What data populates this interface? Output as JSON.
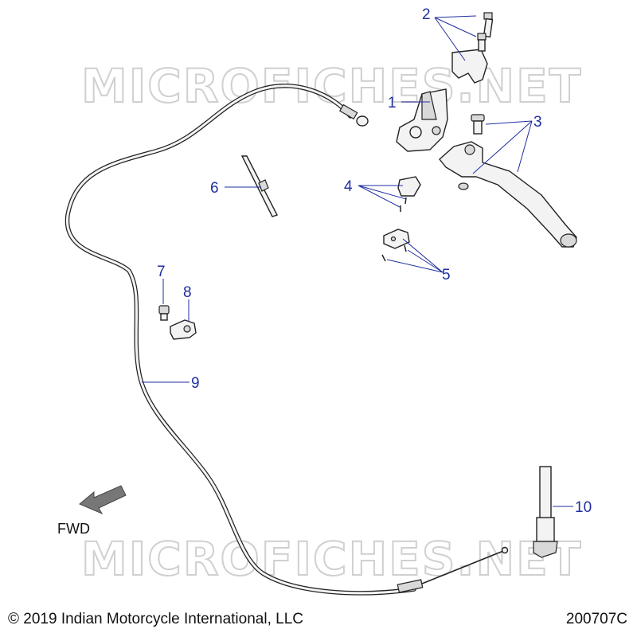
{
  "watermark": {
    "text": "MICROFICHES.NET"
  },
  "callouts": [
    {
      "id": "1",
      "label": "1"
    },
    {
      "id": "2",
      "label": "2"
    },
    {
      "id": "3",
      "label": "3"
    },
    {
      "id": "4",
      "label": "4"
    },
    {
      "id": "5",
      "label": "5"
    },
    {
      "id": "6",
      "label": "6"
    },
    {
      "id": "7",
      "label": "7"
    },
    {
      "id": "8",
      "label": "8"
    },
    {
      "id": "9",
      "label": "9"
    },
    {
      "id": "10",
      "label": "10"
    }
  ],
  "direction": {
    "label": "FWD"
  },
  "footer": {
    "copyright": "© 2019 Indian Motorcycle International, LLC",
    "drawing_code": "200707C"
  },
  "colors": {
    "callout": "#1f2fa0",
    "watermark": "#d0d0d0",
    "line": "#222222"
  }
}
